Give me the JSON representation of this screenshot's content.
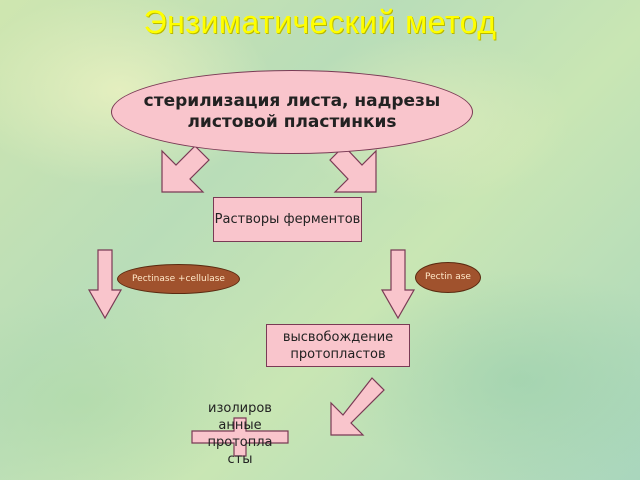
{
  "title": "Энзиматический метод",
  "nodes": {
    "sterilization": "стерилизация листа, надрезы листовой пластинкиs",
    "enzymes": "Растворы ферментов",
    "pectinase_cellulase": "Pectinase +cellulase",
    "pectinase": "Pectin ase",
    "release": "высвобождение протопластов",
    "isolated": "изолиров анные протопла сты"
  },
  "colors": {
    "title": "#ffff00",
    "node_fill": "#f9c5cc",
    "node_border": "#7a3a55",
    "enzyme_fill": "#a0522d",
    "arrow_fill": "#f9c5cc"
  }
}
